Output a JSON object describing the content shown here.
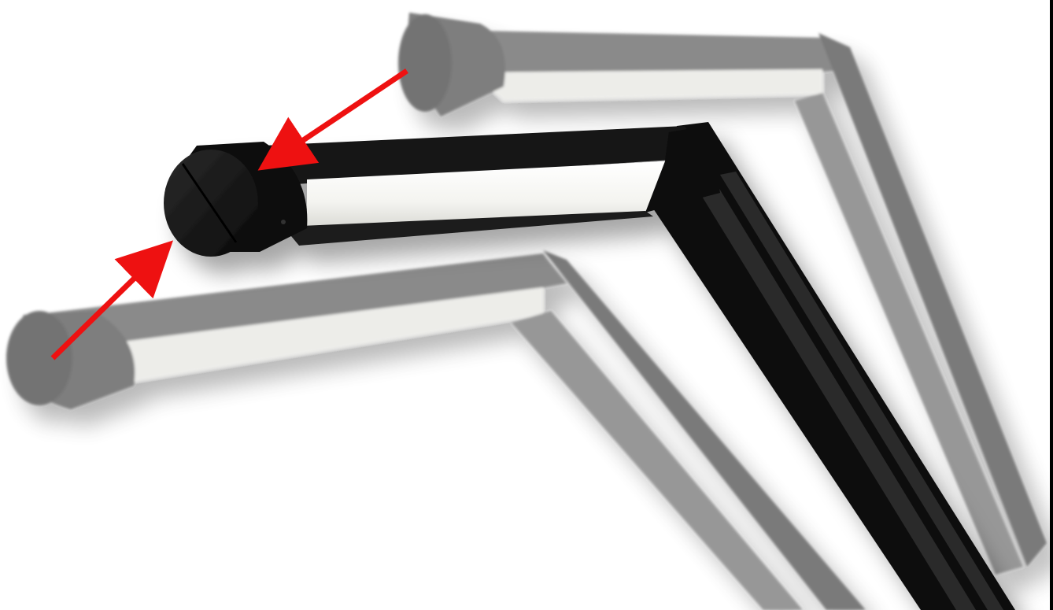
{
  "scene": {
    "subject": "corner-light-fixture-profiles",
    "background_color": "#ffffff",
    "fixtures": [
      {
        "name": "upper-ghost-fixture",
        "color": "#5f5f5f",
        "style": "faded"
      },
      {
        "name": "main-black-fixture",
        "color": "#111111",
        "style": "solid"
      },
      {
        "name": "lower-ghost-fixture",
        "color": "#5f5f5f",
        "style": "faded"
      }
    ],
    "diffuser_color": "#f4f4f0",
    "arrow_color": "#ee1111",
    "arrows": [
      {
        "name": "arrow-from-upper-endcap"
      },
      {
        "name": "arrow-from-lower-endcap"
      }
    ]
  }
}
